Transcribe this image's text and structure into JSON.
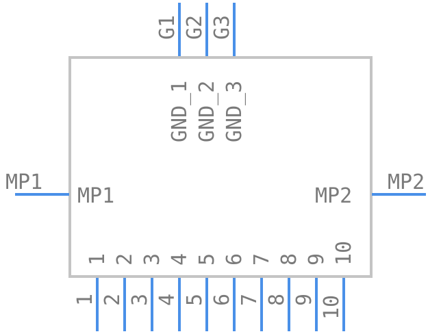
{
  "component": {
    "top_pins": [
      {
        "number": "G1",
        "name": "GND_1"
      },
      {
        "number": "G2",
        "name": "GND_2"
      },
      {
        "number": "G3",
        "name": "GND_3"
      }
    ],
    "left_pin": {
      "number": "MP1",
      "name": "MP1"
    },
    "right_pin": {
      "number": "MP2",
      "name": "MP2"
    },
    "bottom_pins": [
      {
        "number": "1",
        "name": "1"
      },
      {
        "number": "2",
        "name": "2"
      },
      {
        "number": "3",
        "name": "3"
      },
      {
        "number": "4",
        "name": "4"
      },
      {
        "number": "5",
        "name": "5"
      },
      {
        "number": "6",
        "name": "6"
      },
      {
        "number": "7",
        "name": "7"
      },
      {
        "number": "8",
        "name": "8"
      },
      {
        "number": "9",
        "name": "9"
      },
      {
        "number": "10",
        "name": "10"
      }
    ]
  },
  "colors": {
    "pin": "#4a90e8",
    "body_outline": "#c4c4c4",
    "text": "#7a7a7a"
  }
}
